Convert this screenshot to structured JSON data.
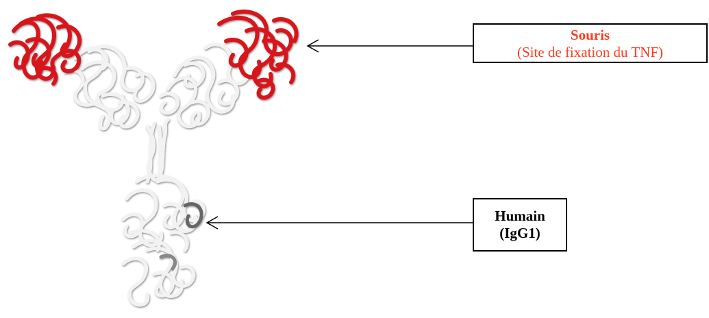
{
  "labels": {
    "mouse": {
      "title": "Souris",
      "subtitle": "(Site de fixation du TNF)"
    },
    "human": {
      "title": "Humain",
      "subtitle": "(IgG1)"
    }
  },
  "colors": {
    "mouse_region": "#d7191c",
    "human_region": "#f2f2f2",
    "mouse_text": "#ff3b1f",
    "human_text": "#000000",
    "arrow": "#000000"
  }
}
